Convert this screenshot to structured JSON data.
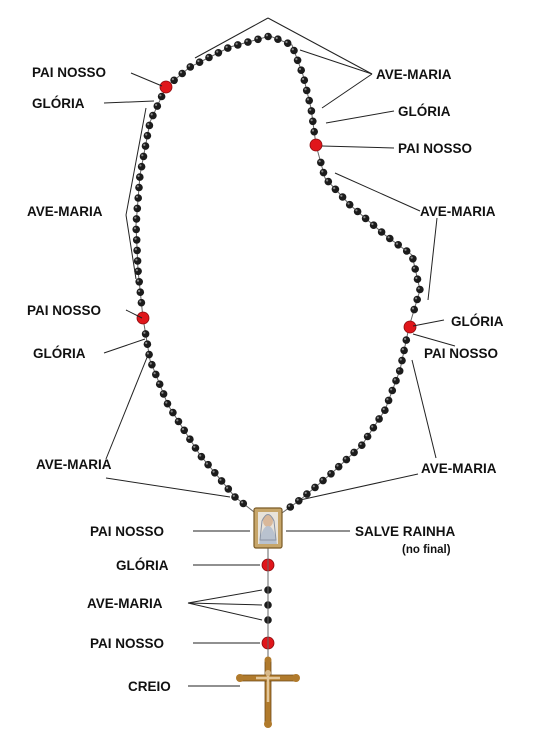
{
  "diagram": {
    "labels": {
      "left_pai_nosso_1": "PAI NOSSO",
      "left_gloria_1": "GLÓRIA",
      "left_ave_maria_1": "AVE-MARIA",
      "left_pai_nosso_2": "PAI NOSSO",
      "left_gloria_2": "GLÓRIA",
      "left_ave_maria_2": "AVE-MARIA",
      "right_ave_maria_1": "AVE-MARIA",
      "right_gloria_1": "GLÓRIA",
      "right_pai_nosso_1": "PAI NOSSO",
      "right_ave_maria_2": "AVE-MARIA",
      "right_gloria_2": "GLÓRIA",
      "right_pai_nosso_2": "PAI NOSSO",
      "right_ave_maria_3": "AVE-MARIA",
      "medal_pai_nosso": "PAI NOSSO",
      "salve_rainha": "SALVE RAINHA",
      "salve_rainha_note": "(no final)",
      "pendant_gloria": "GLÓRIA",
      "pendant_ave_maria": "AVE-MARIA",
      "pendant_pai_nosso": "PAI NOSSO",
      "creio": "CREIO"
    },
    "colors": {
      "bead": "#1c1c1c",
      "marker_bead": "#e0161b",
      "leader_line": "#222222",
      "chain": "#555555",
      "crucifix": "#b07a2c"
    },
    "icons": [
      "medal-icon",
      "crucifix-icon"
    ]
  }
}
